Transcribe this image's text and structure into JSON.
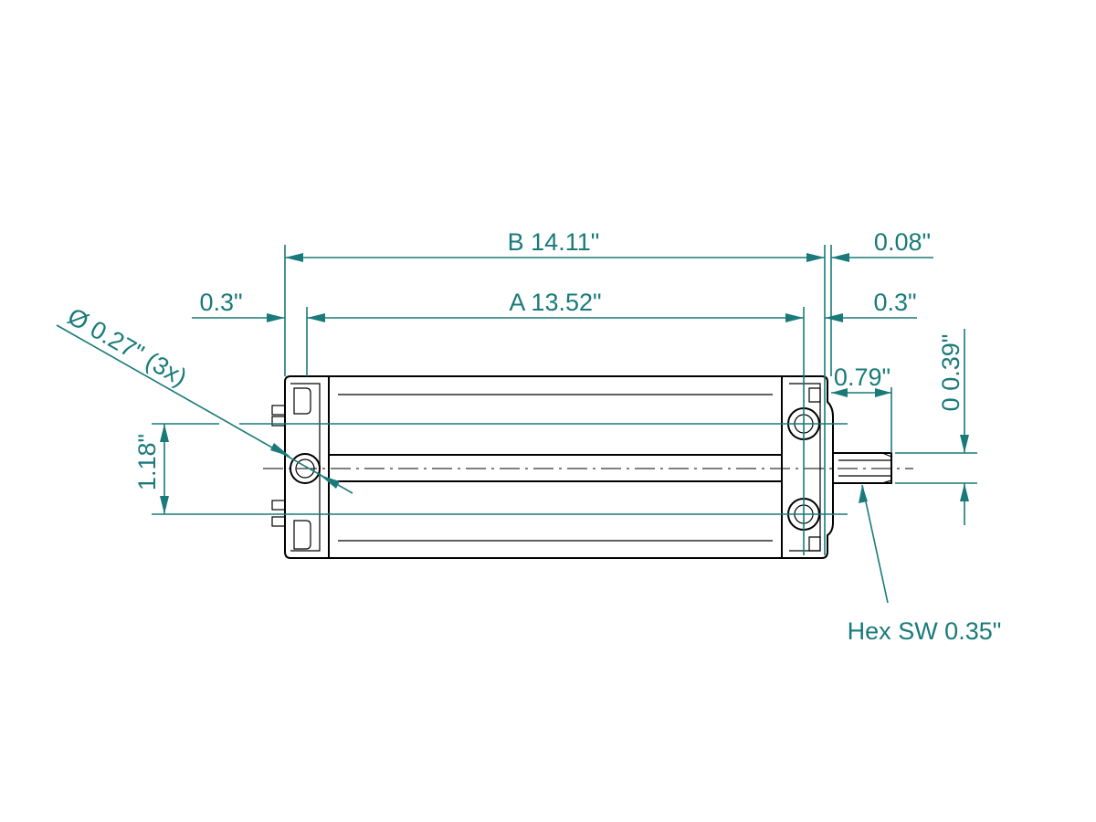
{
  "colors": {
    "dimension": "#1a7a7a",
    "outline": "#000000",
    "background": "#ffffff"
  },
  "dimensions": {
    "overall_length": "B 14.11\"",
    "body_length": "A 13.52\"",
    "left_offset": "0.3\"",
    "right_offset": "0.3\"",
    "end_gap": "0.08\"",
    "shaft_length": "0.79\"",
    "shaft_offset": "0  0.39\"",
    "hole_spacing": "1.18\"",
    "hole_diameter": "Ø  0.27\" (3x)",
    "hex_size": "Hex SW 0.35\""
  }
}
